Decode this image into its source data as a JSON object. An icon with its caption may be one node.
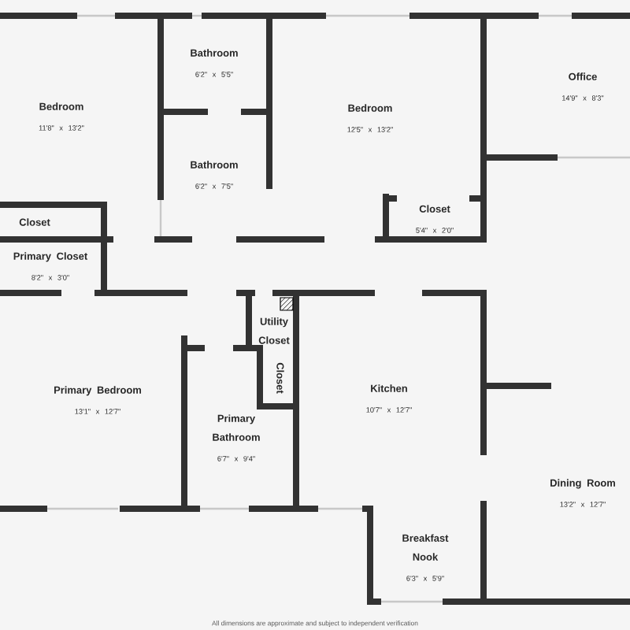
{
  "diagram": {
    "nodes": [
      {
        "text": [
          "Bedroom",
          "11'8\" x 13'2\""
        ]
      },
      {
        "text": [
          "Bathroom",
          "6'2\" x 5'5\""
        ]
      },
      {
        "text": [
          "Bathroom",
          "6'2\" x 7'5\""
        ]
      },
      {
        "text": [
          "Bedroom",
          "12'5\" x 13'2\""
        ]
      },
      {
        "text": [
          "Office",
          "14'9\" x 8'3\""
        ]
      },
      {
        "text": [
          "Closet"
        ]
      },
      {
        "text": [
          "Primary Closet",
          "8'2\" x 3'0\""
        ]
      },
      {
        "text": [
          "Closet",
          "5'4\" x 2'0\""
        ]
      },
      {
        "text": [
          "Utility Closet"
        ]
      },
      {
        "text": [
          "Closet"
        ]
      },
      {
        "text": [
          "Primary Bedroom",
          "13'1\" x 12'7\""
        ]
      },
      {
        "text": [
          "Primary Bathroom",
          "6'7\" x 9'4\""
        ]
      },
      {
        "text": [
          "Kitchen",
          "10'7\" x 12'7\""
        ]
      },
      {
        "text": [
          "Dining Room",
          "13'2\" x 12'7\""
        ]
      },
      {
        "text": [
          "Breakfast Nook",
          "6'3\" x 5'9\""
        ]
      }
    ],
    "labels": [
      "All dimensions are approximate and subject to independent verification"
    ]
  }
}
